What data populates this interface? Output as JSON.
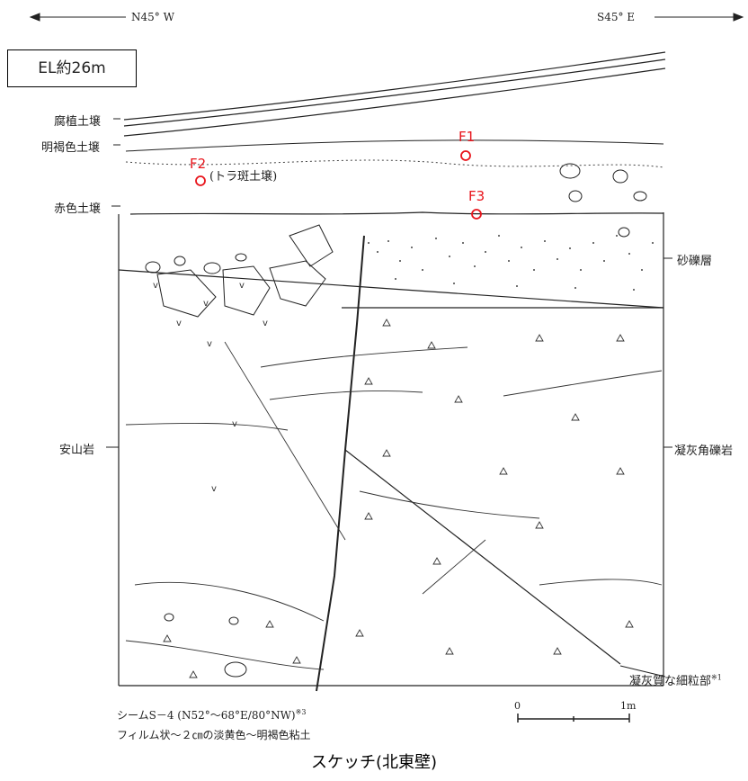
{
  "orientation": {
    "left": "N45° W",
    "right": "S45° E"
  },
  "elevation_label": "EL約26m",
  "layers_left": {
    "humus": "腐植土壌",
    "light_brown": "明褐色土壌",
    "red": "赤色土壌",
    "andesite": "安山岩"
  },
  "layers_right": {
    "gravel": "砂礫層",
    "tuff_breccia": "凝灰角礫岩"
  },
  "tiger_soil": "(トラ斑土壌)",
  "fine_grain": {
    "text": "凝灰質な細粒部",
    "note": "※1"
  },
  "sample_points": [
    "F1",
    "F2",
    "F3"
  ],
  "seam": {
    "line1": "シームS－4 (N52°～68°E/80°NW)",
    "line1_note": "※3",
    "line2": "フィルム状～２㎝の淡黄色～明褐色粘土"
  },
  "scale_bar": {
    "start": "0",
    "end": "1m"
  },
  "caption": "スケッチ(北東壁)",
  "colors": {
    "sample_marker": "#e8141b",
    "line": "#222222"
  }
}
